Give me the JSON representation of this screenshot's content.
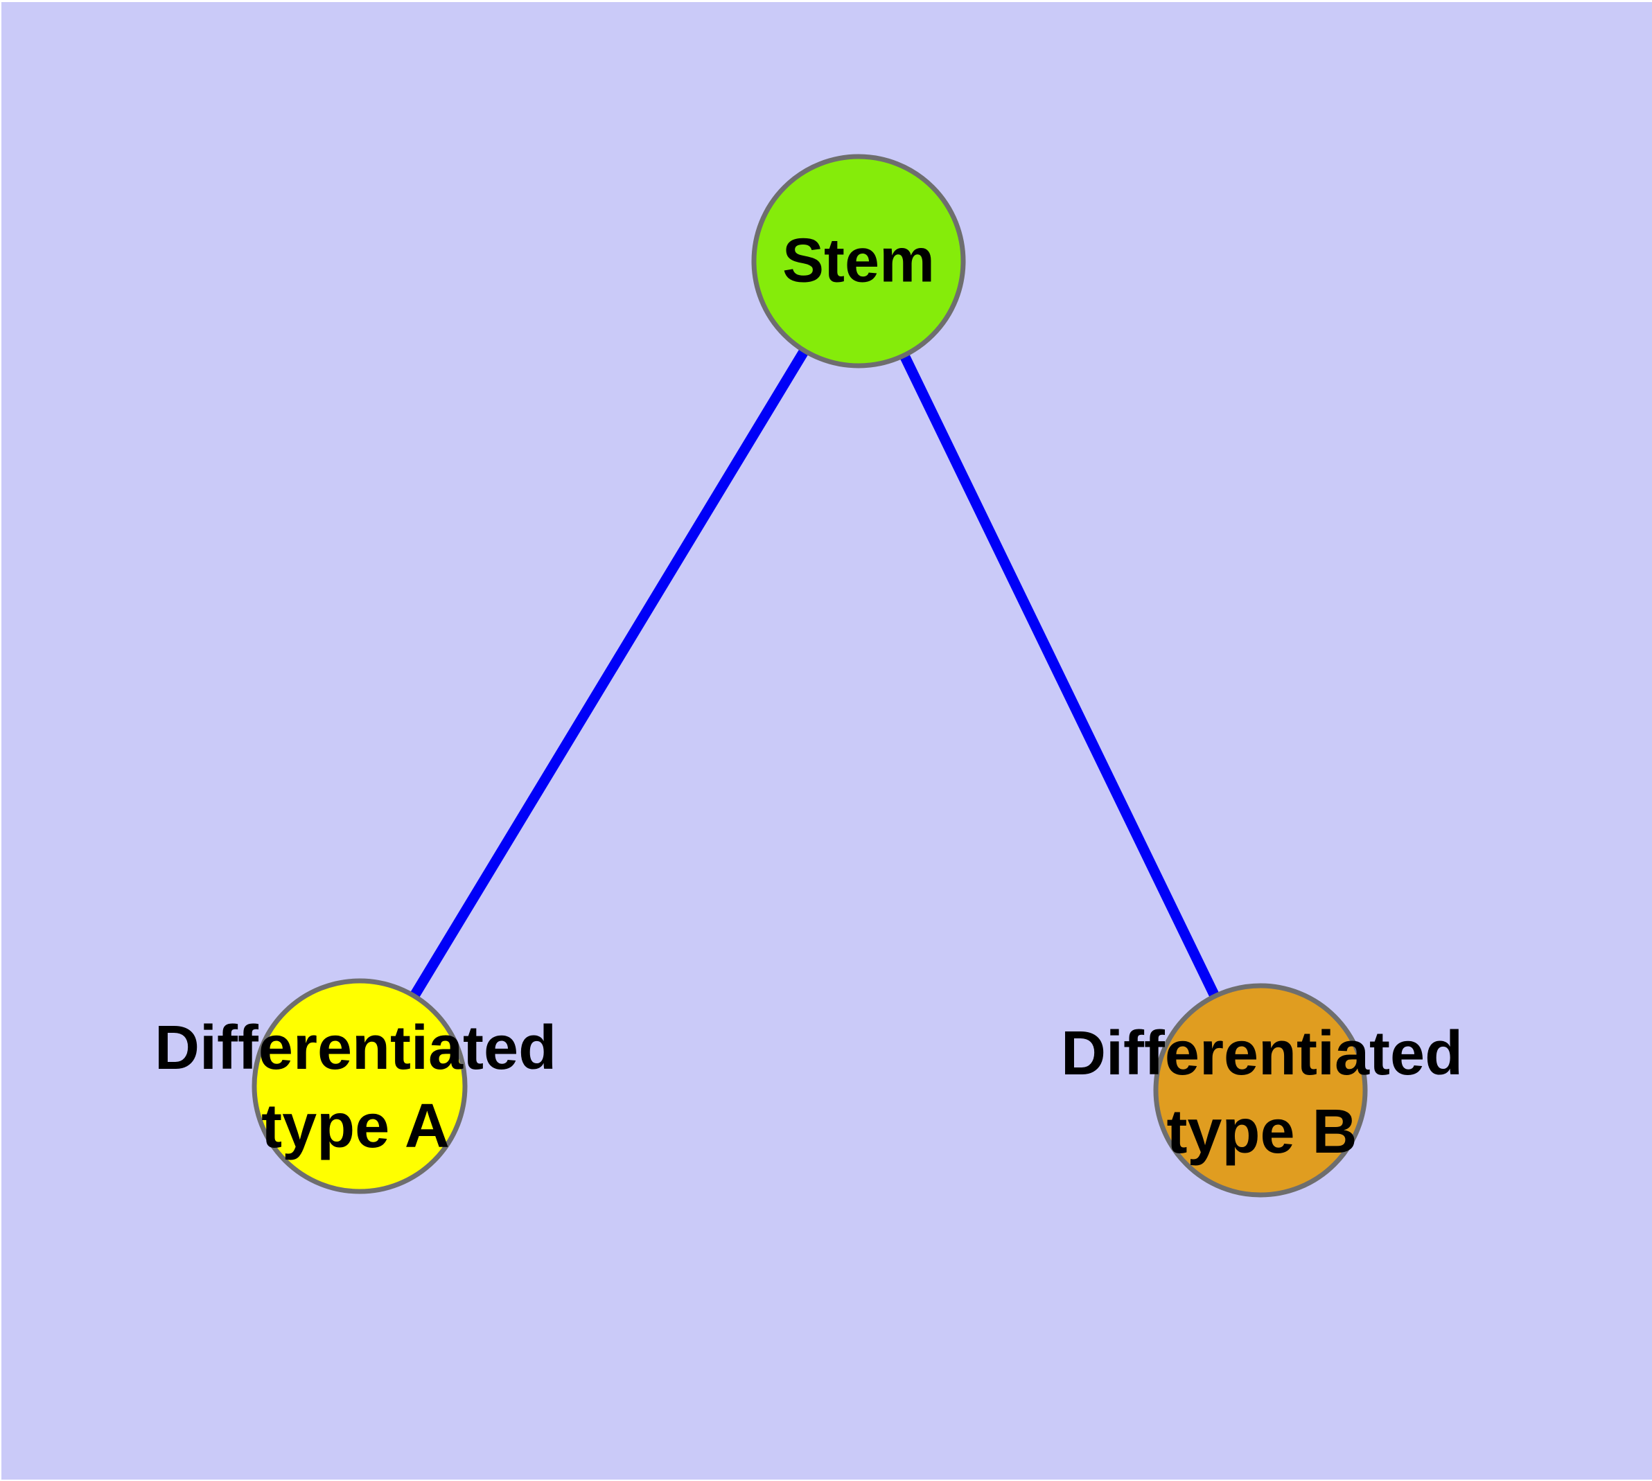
{
  "diagram": {
    "background_color": "#cacaf8",
    "node_border_color": "#6e6e6e",
    "edge_color": "#0000f8",
    "text_color": "#000000",
    "nodes": [
      {
        "id": "stem",
        "label": "Stem",
        "fill": "#85ec0a"
      },
      {
        "id": "typeA",
        "label": "Differentiated\ntype A",
        "fill": "#ffff00"
      },
      {
        "id": "typeB",
        "label": "Differentiated\ntype B",
        "fill": "#e09d20"
      }
    ],
    "edges": [
      {
        "from": "stem",
        "to": "typeA"
      },
      {
        "from": "stem",
        "to": "typeB"
      }
    ]
  }
}
